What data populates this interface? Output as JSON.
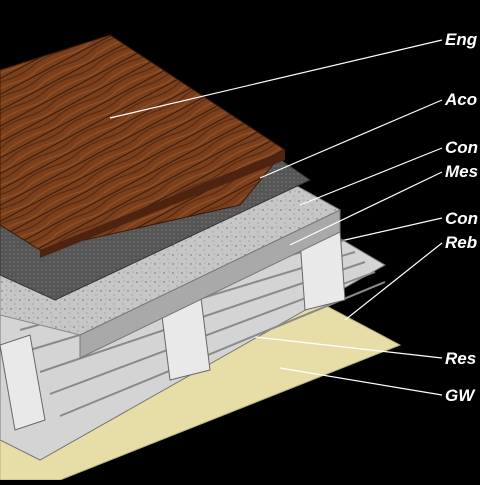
{
  "diagram": {
    "background": "#000000",
    "colors": {
      "wood": "#7a3f1c",
      "wood_dark": "#4e2410",
      "acoustic_mat": "#5a5a5a",
      "concrete": "#c9c9c9",
      "deck": "#d9d9d9",
      "gwb": "#e8e0a8",
      "leader": "#ffffff"
    },
    "labels": [
      {
        "id": "engineered-flooring",
        "text": "Eng"
      },
      {
        "id": "acoustic-underlay",
        "text": "Aco"
      },
      {
        "id": "concrete-topping",
        "text": "Con"
      },
      {
        "id": "mesh",
        "text": "Mes"
      },
      {
        "id": "composite-deck",
        "text": "Con"
      },
      {
        "id": "rebar",
        "text": "Reb"
      },
      {
        "id": "resilient-channel",
        "text": "Res"
      },
      {
        "id": "gwb",
        "text": "GW"
      }
    ]
  }
}
